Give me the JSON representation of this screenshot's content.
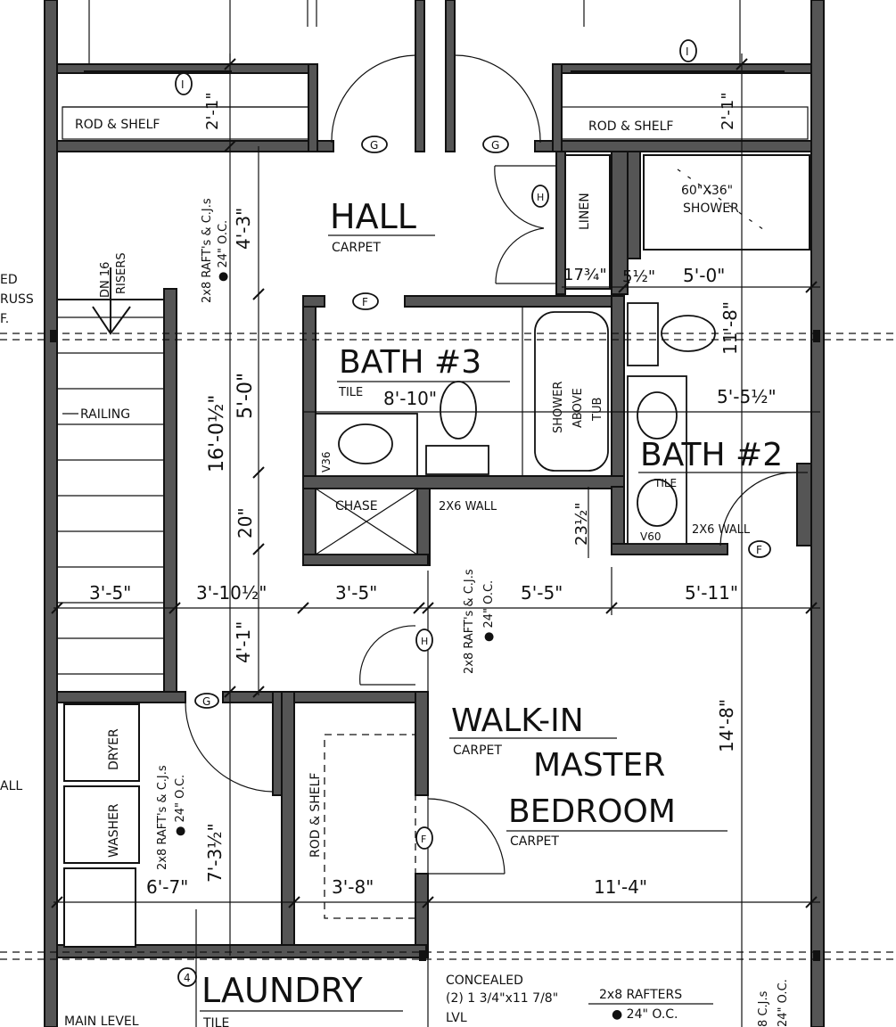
{
  "rooms": {
    "hall": {
      "name": "HALL",
      "floor": "CARPET"
    },
    "bath3": {
      "name": "BATH #3",
      "floor": "TILE"
    },
    "bath2": {
      "name": "BATH #2",
      "floor": "TILE"
    },
    "walkin": {
      "name": "WALK-IN",
      "floor": "CARPET"
    },
    "master": {
      "name1": "MASTER",
      "name2": "BEDROOM",
      "floor": "CARPET"
    },
    "laundry": {
      "name": "LAUNDRY",
      "floor": "TILE"
    }
  },
  "labels": {
    "rod_shelf_left": "ROD & SHELF",
    "rod_shelf_right": "ROD & SHELF",
    "rod_shelf_walkin": "ROD & SHELF",
    "linen": "LINEN",
    "shower": "60\"X36\"",
    "shower2": "SHOWER",
    "shower_above_tub_1": "SHOWER",
    "shower_above_tub_2": "ABOVE",
    "shower_above_tub_3": "TUB",
    "chase": "CHASE",
    "wall_2x6_a": "2X6 WALL",
    "wall_2x6_b": "2X6 WALL",
    "railing": "RAILING",
    "stair_dn": "DN 16",
    "stair_risers": "RISERS",
    "dryer": "DRYER",
    "washer": "WASHER",
    "v36": "V36",
    "v60": "V60",
    "tile_bath2": "TILE",
    "raft_top_1": "2x8 RAFT's & C.J.s",
    "raft_top_2": "● 24\" O.C.",
    "raft_mid_1": "2x8 RAFT's & C.J.s",
    "raft_mid_2": "● 24\" O.C.",
    "raft_laundry_1": "2x8 RAFT's & C.J.s",
    "raft_laundry_2": "● 24\" O.C.",
    "concealed_1": "CONCEALED",
    "concealed_2": "(2) 1 3/4\"x11 7/8\"",
    "concealed_3": "LVL",
    "rafters_1": "2x8 RAFTERS",
    "rafters_2": "● 24\" O.C.",
    "edge_cjs_1": "8 C.J.s",
    "edge_cjs_2": "24\" O.C.",
    "main_level": "MAIN LEVEL",
    "cut_ed": "ED",
    "cut_russ": "RUSS",
    "cut_f": "F.",
    "cut_all": "ALL"
  },
  "dimensions": {
    "d_2_1_left": "2'-1\"",
    "d_2_1_right": "2'-1\"",
    "d_4_3": "4'-3\"",
    "d_16_0": "16'-0½\"",
    "d_5_0_v": "5'-0\"",
    "d_20": "20\"",
    "d_17_3_4": "17¾\"",
    "d_5_1_2": "5½\"",
    "d_5_0": "5'-0\"",
    "d_11_8": "11'-8\"",
    "d_8_10": "8'-10\"",
    "d_5_5_1_2": "5'-5½\"",
    "d_23_1_2": "23½\"",
    "d_3_5_a": "3'-5\"",
    "d_3_10": "3'-10½\"",
    "d_3_5_b": "3'-5\"",
    "d_5_5": "5'-5\"",
    "d_5_11": "5'-11\"",
    "d_4_1": "4'-1\"",
    "d_14_8": "14'-8\"",
    "d_7_3": "7'-3½\"",
    "d_6_7": "6'-7\"",
    "d_3_8": "3'-8\"",
    "d_11_4": "11'-4\""
  },
  "tags": {
    "G": "G",
    "H": "H",
    "F": "F",
    "I": "I",
    "four": "4"
  }
}
